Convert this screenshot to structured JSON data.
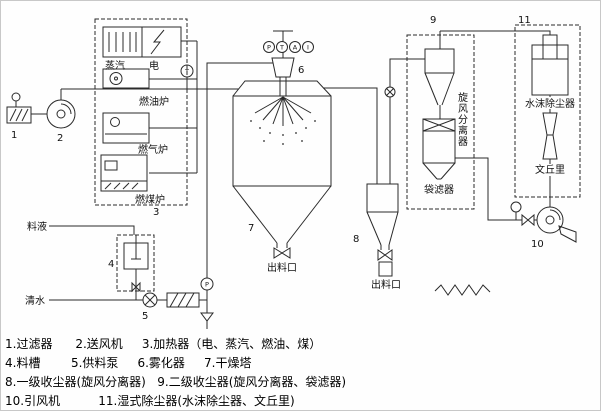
{
  "diagram": {
    "furnace_labels": {
      "steam": "蒸汽",
      "electric": "电",
      "oil": "燃油炉",
      "gas": "燃气炉",
      "coal": "燃煤炉"
    },
    "stream_labels": {
      "feed": "料液",
      "water": "清水"
    },
    "port_labels": {
      "tower_discharge": "出料口",
      "cyclone_discharge": "出料口"
    },
    "equipment_labels": {
      "cyclone": "旋风分离器",
      "bag_filter": "袋滤器",
      "water_mist": "水沫除尘器",
      "venturi": "文丘里"
    },
    "instruments": {
      "p": "P",
      "t": "T",
      "a": "A",
      "i": "I",
      "line_t": "T",
      "line_p": "P"
    },
    "numbers": {
      "n1": "1",
      "n2": "2",
      "n3": "3",
      "n4": "4",
      "n5": "5",
      "n6": "6",
      "n7": "7",
      "n8": "8",
      "n9": "9",
      "n10": "10",
      "n11": "11"
    }
  },
  "legend": {
    "lines": [
      "1.过滤器      2.送风机     3.加热器（电、蒸汽、燃油、煤）",
      "4.料槽        5.供料泵     6.雾化器     7.干燥塔",
      "8.一级收尘器(旋风分离器)   9.二级收尘器(旋风分离器、袋滤器)",
      "10.引风机          11.湿式除尘器(水沫除尘器、文丘里)"
    ]
  }
}
